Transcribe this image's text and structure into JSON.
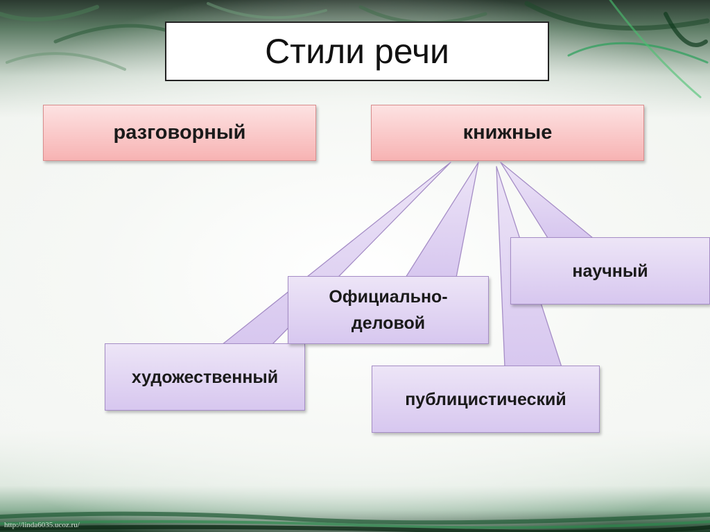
{
  "title": "Стили речи",
  "top_level": {
    "colloquial": "разговорный",
    "bookish": "книжные"
  },
  "bookish_styles": {
    "artistic": "художественный",
    "official": "Официально-\nделовой",
    "scientific": "научный",
    "publicistic": "публицистический"
  },
  "footer": {
    "url": "http://linda6035.ucoz.ru/"
  },
  "colors": {
    "pink_top": "#fde2e2",
    "pink_bottom": "#f7b3b3",
    "lilac_top": "#ede5f7",
    "lilac_bottom": "#d7c7ef",
    "lilac_border": "#a58dc6"
  }
}
